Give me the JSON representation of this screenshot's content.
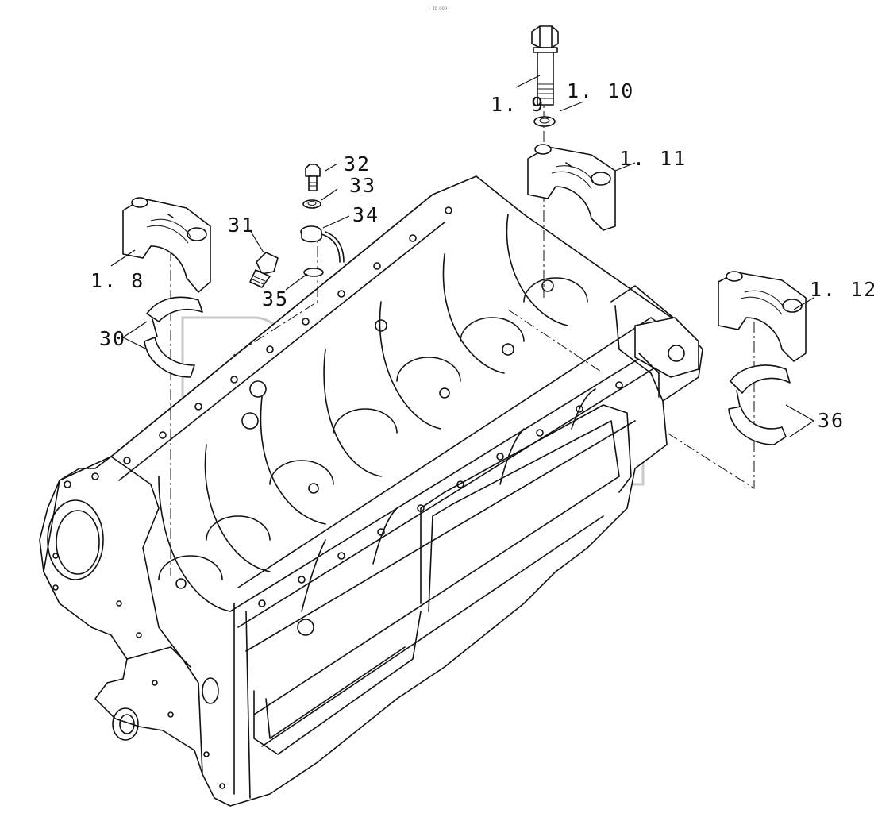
{
  "header_mark": "□₀ ₀₀₀",
  "watermark": {
    "mark": "TM"
  },
  "callouts": [
    {
      "id": "1.8",
      "text": "1. 8"
    },
    {
      "id": "1.9",
      "text": "1. 9"
    },
    {
      "id": "1.10",
      "text": "1. 10"
    },
    {
      "id": "1.11",
      "text": "1. 11"
    },
    {
      "id": "1.12",
      "text": "1. 12"
    },
    {
      "id": "30",
      "text": "30"
    },
    {
      "id": "31",
      "text": "31"
    },
    {
      "id": "32",
      "text": "32"
    },
    {
      "id": "33",
      "text": "33"
    },
    {
      "id": "34",
      "text": "34"
    },
    {
      "id": "35",
      "text": "35"
    },
    {
      "id": "36",
      "text": "36"
    }
  ],
  "colors": {
    "line": "#111111",
    "watermark": "#c9c9c9",
    "background": "#ffffff"
  }
}
